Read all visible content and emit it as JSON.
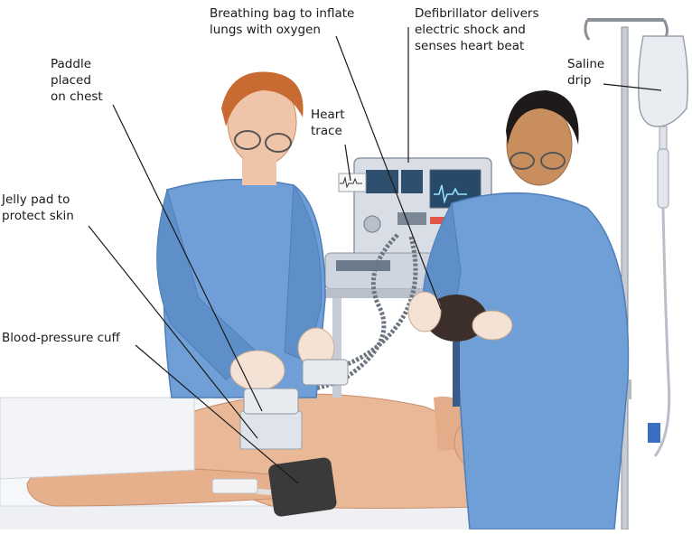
{
  "labels": {
    "breathing_bag": [
      "Breathing bag to inflate",
      "lungs with oxygen"
    ],
    "defibrillator": [
      "Defibrillator delivers",
      "electric shock and",
      "senses heart beat"
    ],
    "saline_drip": [
      "Saline",
      "drip"
    ],
    "paddle": [
      "Paddle",
      "placed",
      "on chest"
    ],
    "heart_trace": [
      "Heart",
      "trace"
    ],
    "jelly_pad": [
      "Jelly pad to",
      "protect skin"
    ],
    "blood_pressure_cuff": [
      "Blood-pressure cuff"
    ]
  },
  "colors": {
    "scrubs": "#6f9fd6",
    "scrubs_shadow": "#4f7fb8",
    "skin": "#f0c4a8",
    "monitor": "#d9dee6",
    "screen": "#274a6b",
    "sheet": "#eef0f4",
    "cuff": "#3a3a3a",
    "leader_line": "#1a1a1a"
  }
}
